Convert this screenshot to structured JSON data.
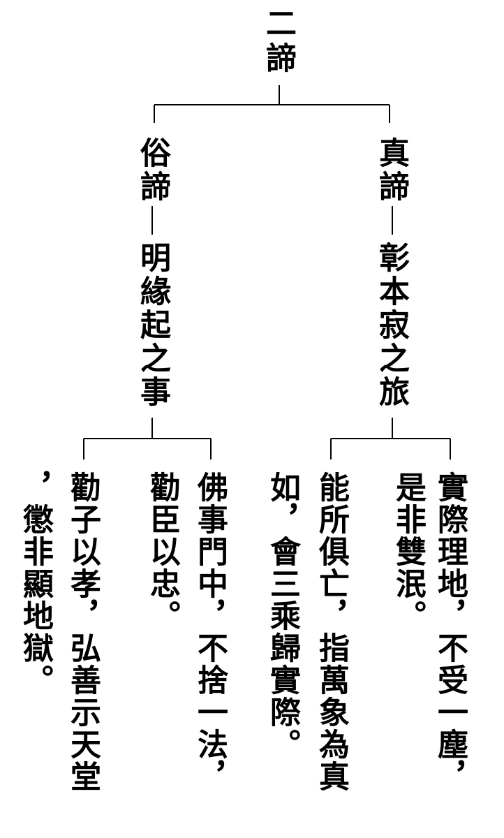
{
  "root": {
    "label": "二諦"
  },
  "branches": {
    "left": {
      "label": "俗諦",
      "desc": "明緣起之事",
      "children": [
        {
          "text": "佛事門中，不捨一法，"
        },
        {
          "text": "勸臣以忠。"
        },
        {
          "text": "勸子以孝，弘善示天堂"
        },
        {
          "text": "，懲非顯地獄。"
        }
      ]
    },
    "right": {
      "label": "真諦",
      "desc": "彰本寂之旅",
      "children": [
        {
          "text": "實際理地，不受一塵，"
        },
        {
          "text": "是非雙泯。"
        },
        {
          "text": "能所俱亡，指萬象為真"
        },
        {
          "text": "如，會三乘歸實際。"
        }
      ]
    }
  }
}
